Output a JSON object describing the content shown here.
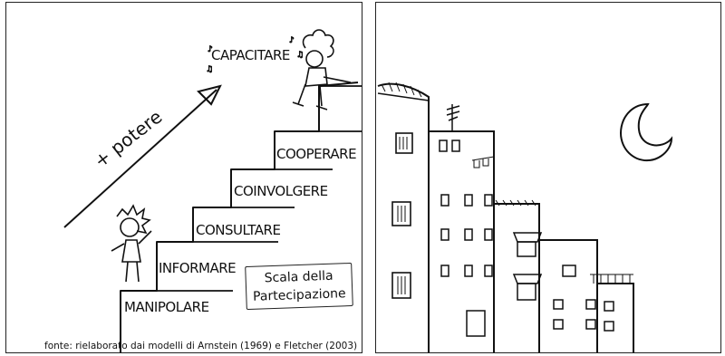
{
  "diagram": {
    "steps": [
      {
        "label": "MANIPOLARE"
      },
      {
        "label": "INFORMARE"
      },
      {
        "label": "CONSULTARE"
      },
      {
        "label": "COINVOLGERE"
      },
      {
        "label": "COOPERARE"
      },
      {
        "label": "CAPACITARE"
      }
    ],
    "power_label": "+ potere",
    "scala_line1": "Scala della",
    "scala_line2": "Partecipazione",
    "source": "fonte: rielaborato dai modelli di Arnstein (1969) e Fletcher (2003)"
  },
  "icons": [
    "stick-figure-bottom",
    "stick-figure-top",
    "moon-icon",
    "antenna-icon"
  ]
}
